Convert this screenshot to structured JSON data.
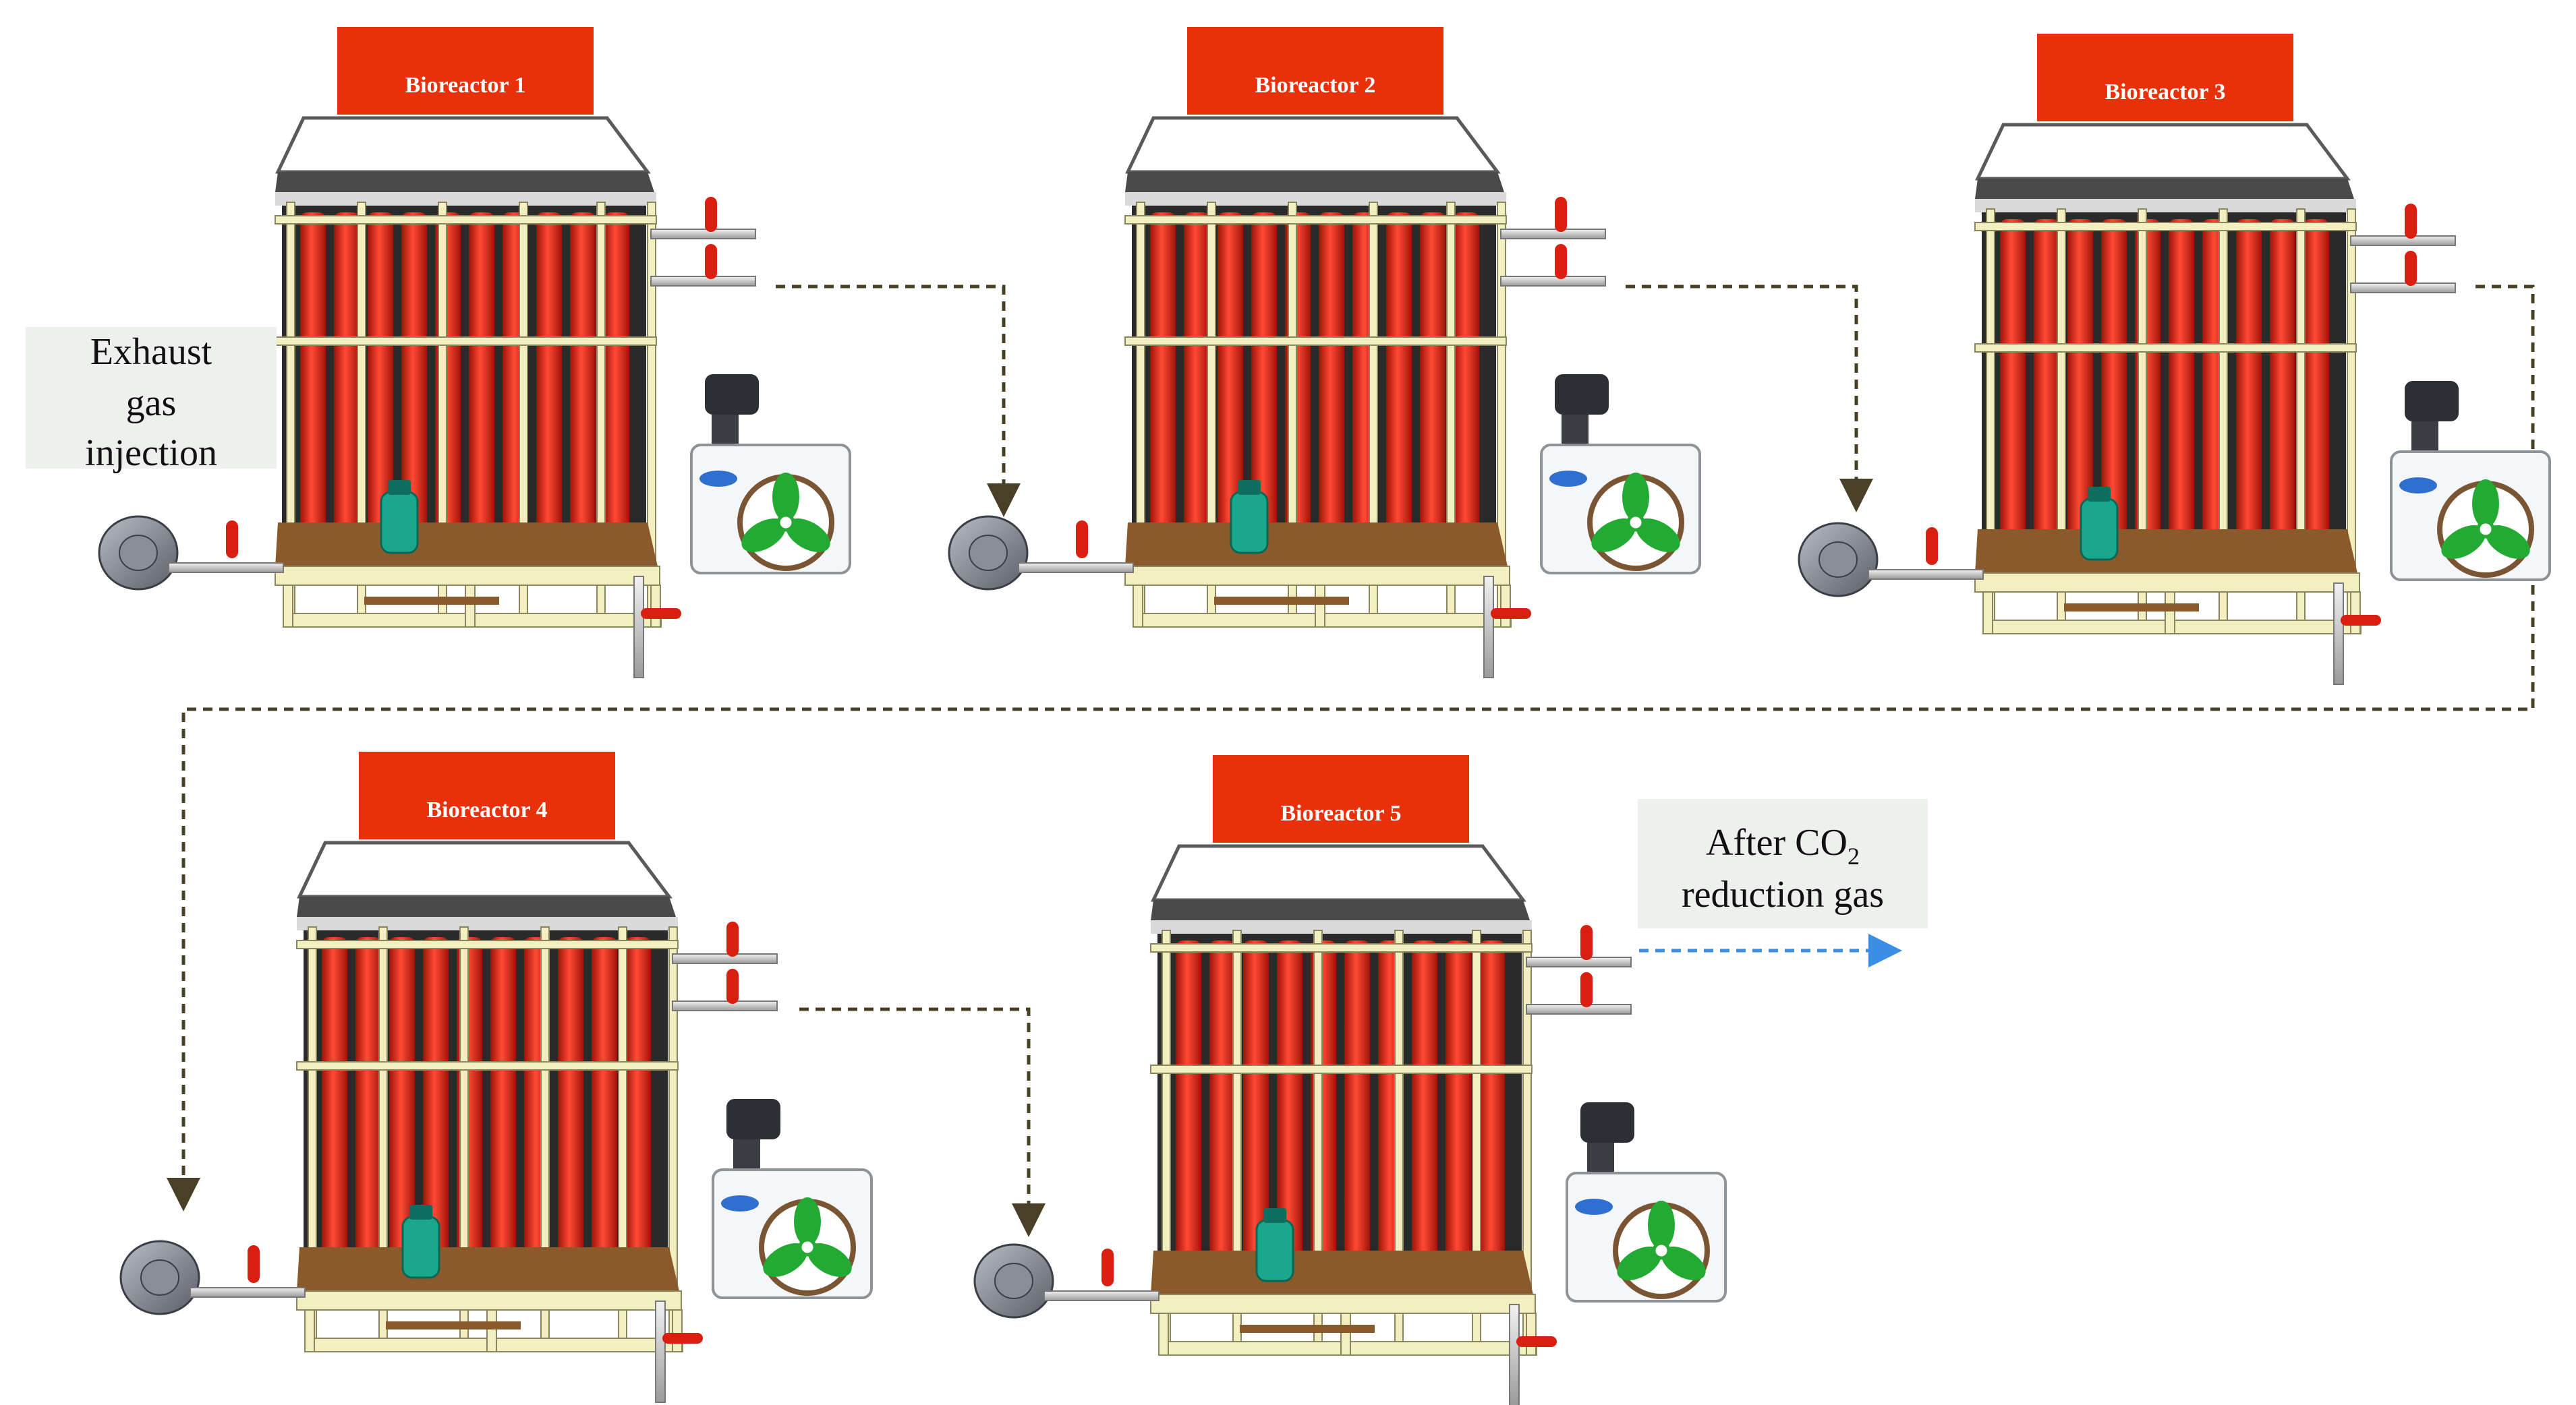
{
  "reactors": [
    {
      "label": "Bioreactor 1"
    },
    {
      "label": "Bioreactor 2"
    },
    {
      "label": "Bioreactor 3"
    },
    {
      "label": "Bioreactor 4"
    },
    {
      "label": "Bioreactor 5"
    }
  ],
  "inlet": {
    "lines": [
      "Exhaust",
      "gas",
      "injection"
    ]
  },
  "outlet": {
    "line1_prefix": "After CO",
    "line1_sub": "2",
    "line2": "reduction gas"
  },
  "colors": {
    "sign": "#e8300a",
    "tube": "#d81f10",
    "tube_highlight": "#ff5a45",
    "frame": "#f4efc0",
    "frame_edge": "#8a8660",
    "base": "#8b5a2b",
    "gas_line": "#4a4028",
    "out_line": "#3a8ee6",
    "pump": "#1aa88c",
    "fan": "#22aa33"
  },
  "icons": {
    "blower": "blower-icon",
    "pump": "submersible-pump-icon",
    "chiller": "chiller-fan-icon",
    "valve": "valve-icon"
  }
}
